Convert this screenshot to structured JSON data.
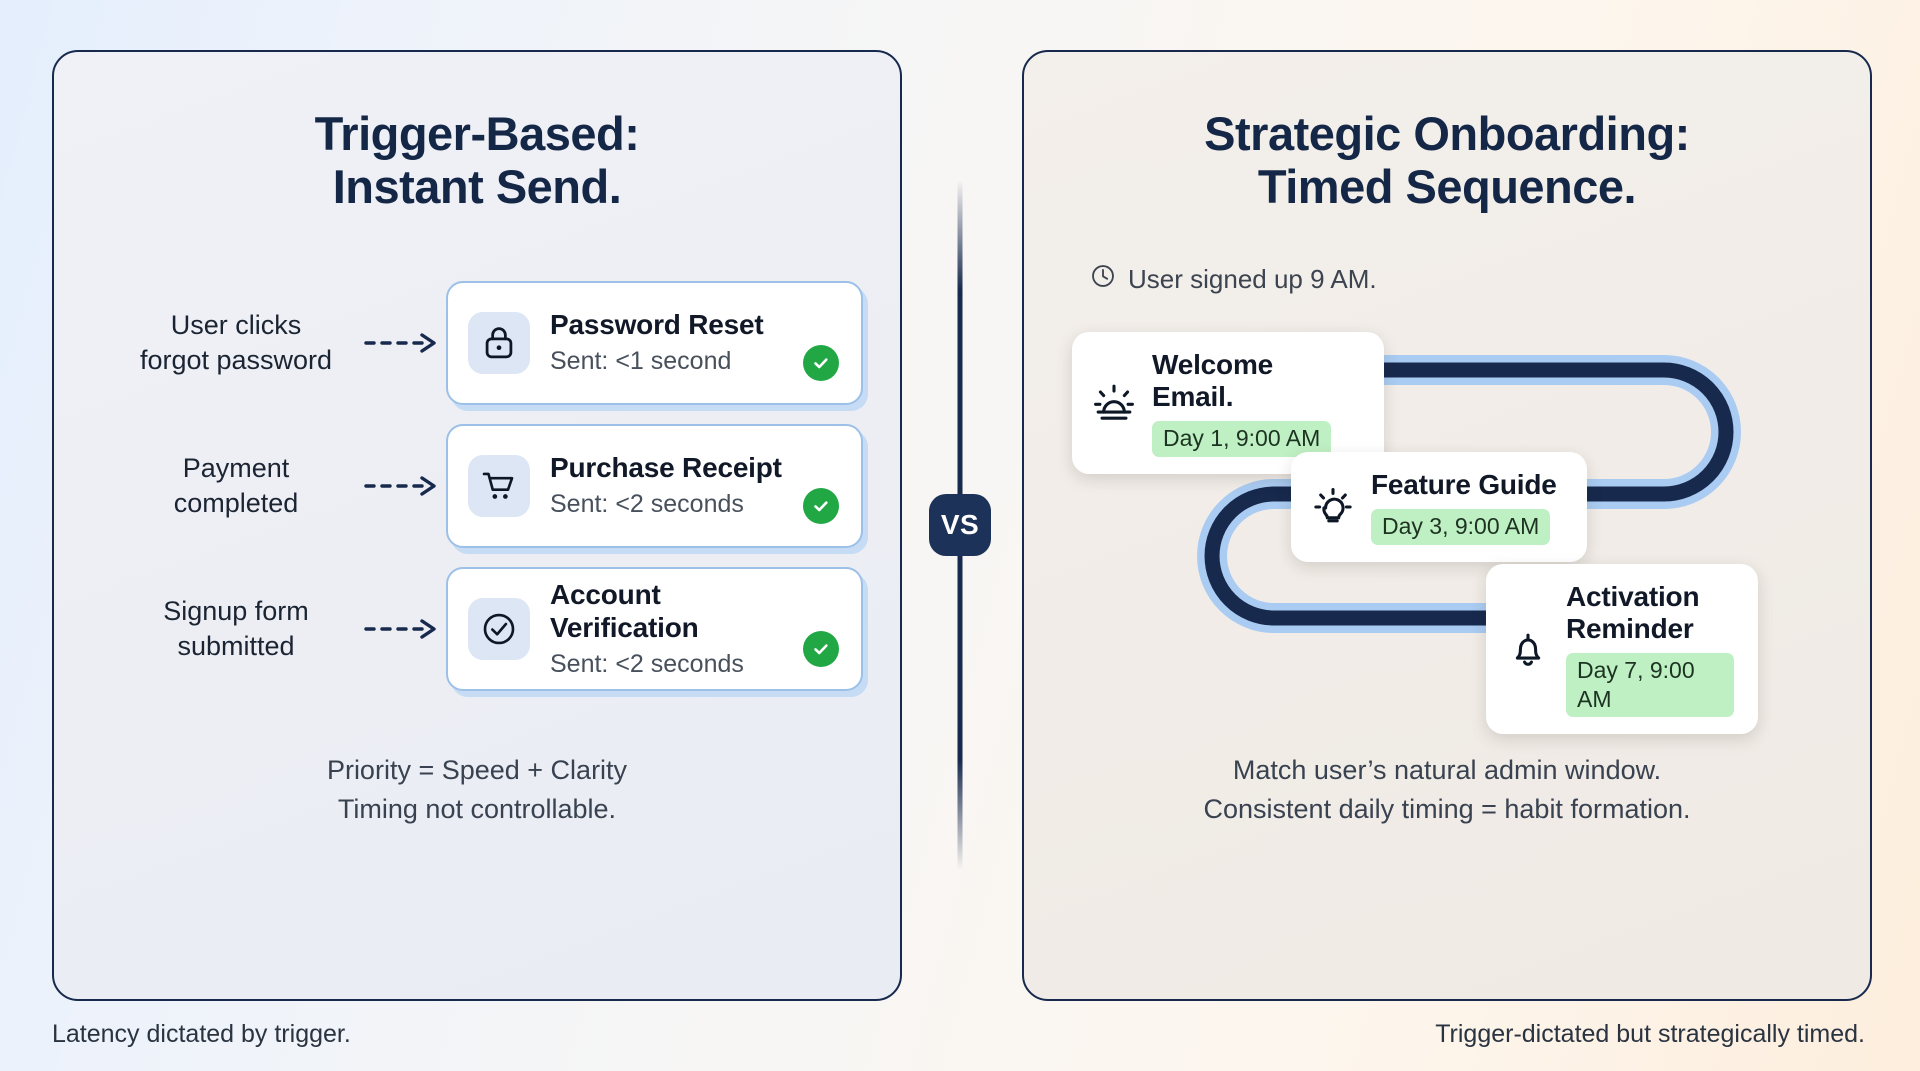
{
  "left": {
    "title_line1": "Trigger-Based:",
    "title_line2": "Instant Send.",
    "rows": [
      {
        "trigger_line1": "User clicks",
        "trigger_line2": "forgot password",
        "icon": "lock-icon",
        "title": "Password Reset",
        "subtitle": "Sent: <1 second",
        "status": "check-icon"
      },
      {
        "trigger_line1": "Payment",
        "trigger_line2": "completed",
        "icon": "shopping-cart-icon",
        "title": "Purchase Receipt",
        "subtitle": "Sent: <2 seconds",
        "status": "check-icon"
      },
      {
        "trigger_line1": "Signup form",
        "trigger_line2": "submitted",
        "icon": "check-circle-icon",
        "title": "Account Verification",
        "subtitle": "Sent: <2 seconds",
        "status": "check-icon"
      }
    ],
    "footnote_line1": "Priority = Speed + Clarity",
    "footnote_line2": "Timing not controllable.",
    "caption": "Latency dictated by trigger."
  },
  "right": {
    "title_line1": "Strategic Onboarding:",
    "title_line2": "Timed Sequence.",
    "signup_note": "User signed up 9 AM.",
    "signup_icon": "clock-icon",
    "sequence": [
      {
        "icon": "sunrise-icon",
        "title": "Welcome Email.",
        "time": "Day 1, 9:00 AM"
      },
      {
        "icon": "lightbulb-icon",
        "title": "Feature Guide",
        "time": "Day 3, 9:00 AM"
      },
      {
        "icon": "bell-icon",
        "title": "Activation Reminder",
        "time": "Day 7, 9:00 AM"
      }
    ],
    "footnote_line1": "Match user’s natural admin window.",
    "footnote_line2": "Consistent daily timing = habit formation.",
    "caption": "Trigger-dictated but strategically timed."
  },
  "divider": {
    "vs_label": "VS"
  },
  "colors": {
    "navy": "#17294d",
    "accent_blue": "#9cc0e8",
    "path_light": "#aaccf2",
    "path_dark": "#17294d",
    "success_green": "#22a745",
    "badge_green": "#bff0c3"
  }
}
